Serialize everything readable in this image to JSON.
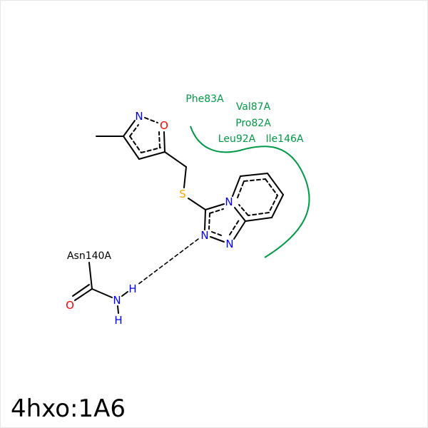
{
  "title": "4hxo:1A6",
  "colors": {
    "bond": "#000000",
    "nitrogen": "#0000ff",
    "oxygen": "#ff0000",
    "sulfur": "#ffa500",
    "hydrophobic": "#009944"
  },
  "atoms": {
    "isoxazole_n": "N",
    "isoxazole_o": "O",
    "sulfur": "S",
    "bridge_n": "N",
    "triazole_n2": "N",
    "triazole_n1": "N",
    "asn_o": "O",
    "asn_n": "N",
    "asn_h1": "H",
    "asn_h2": "H"
  },
  "hbond_residue": "Asn140A",
  "hydrophobic_residues": [
    "Phe83A",
    "Val87A",
    "Pro82A",
    "Leu92A",
    "Ile146A"
  ]
}
